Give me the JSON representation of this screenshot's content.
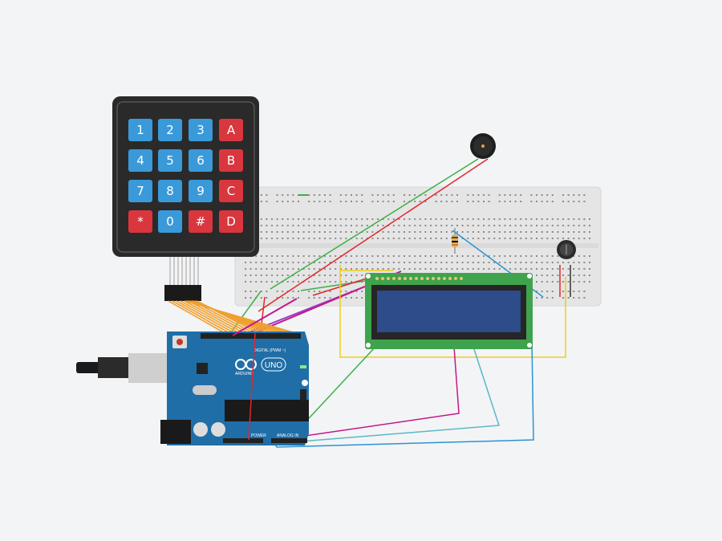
{
  "canvas": {
    "background": "#f3f4f6"
  },
  "keypad": {
    "keys": [
      [
        "1",
        "2",
        "3",
        "A"
      ],
      [
        "4",
        "5",
        "6",
        "B"
      ],
      [
        "7",
        "8",
        "9",
        "C"
      ],
      [
        "*",
        "0",
        "#",
        "D"
      ]
    ],
    "colors": {
      "body": "#2a2a2a",
      "number_key": "#3a9ad9",
      "letter_key": "#d9363e"
    }
  },
  "arduino": {
    "logo_text": "ARDUINO",
    "model_badge": "UNO",
    "header_digital": "DIGITAL (PWM ~)",
    "header_power": "POWER",
    "header_analog": "ANALOG IN",
    "board_color": "#1f6ea8"
  },
  "lcd": {
    "pcb_color": "#3fa34d",
    "screen_color": "#2e4b8a"
  },
  "wire_colors": {
    "green": "#3cb043",
    "red": "#e3262b",
    "yellow": "#f2cc1b",
    "magenta": "#c2188a",
    "blue": "#2a93d5",
    "cyan": "#59b8c9",
    "purple": "#9b3bc4",
    "orange": "#f0a030"
  }
}
